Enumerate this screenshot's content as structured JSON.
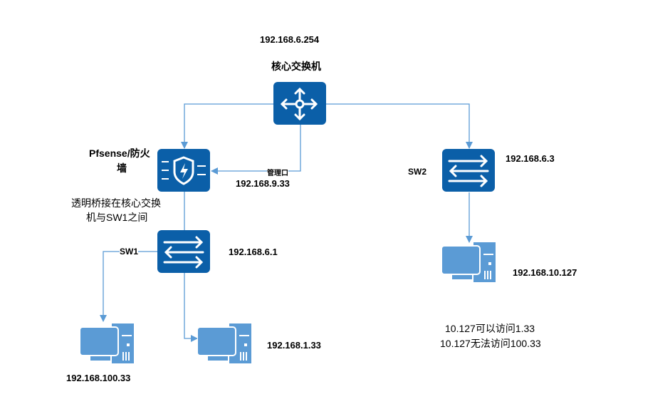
{
  "core": {
    "ip": "192.168.6.254",
    "label": "核心交换机"
  },
  "firewall": {
    "label_line1": "Pfsense/防火",
    "label_line2": "墙",
    "mgmt_label": "管理口",
    "mgmt_ip": "192.168.9.33",
    "note_line1": "透明桥接在核心交换",
    "note_line2": "机与SW1之间"
  },
  "sw1": {
    "label": "SW1",
    "ip": "192.168.6.1"
  },
  "sw2": {
    "label": "SW2",
    "ip": "192.168.6.3"
  },
  "pcs": {
    "pc100": "192.168.100.33",
    "pc1": "192.168.1.33",
    "pc10": "192.168.10.127"
  },
  "notes": {
    "line1": "10.127可以访问1.33",
    "line2": "10.127无法访问100.33"
  },
  "colors": {
    "device": "#0b5fa8",
    "pc": "#5b9bd5",
    "line": "#5b9bd5"
  }
}
